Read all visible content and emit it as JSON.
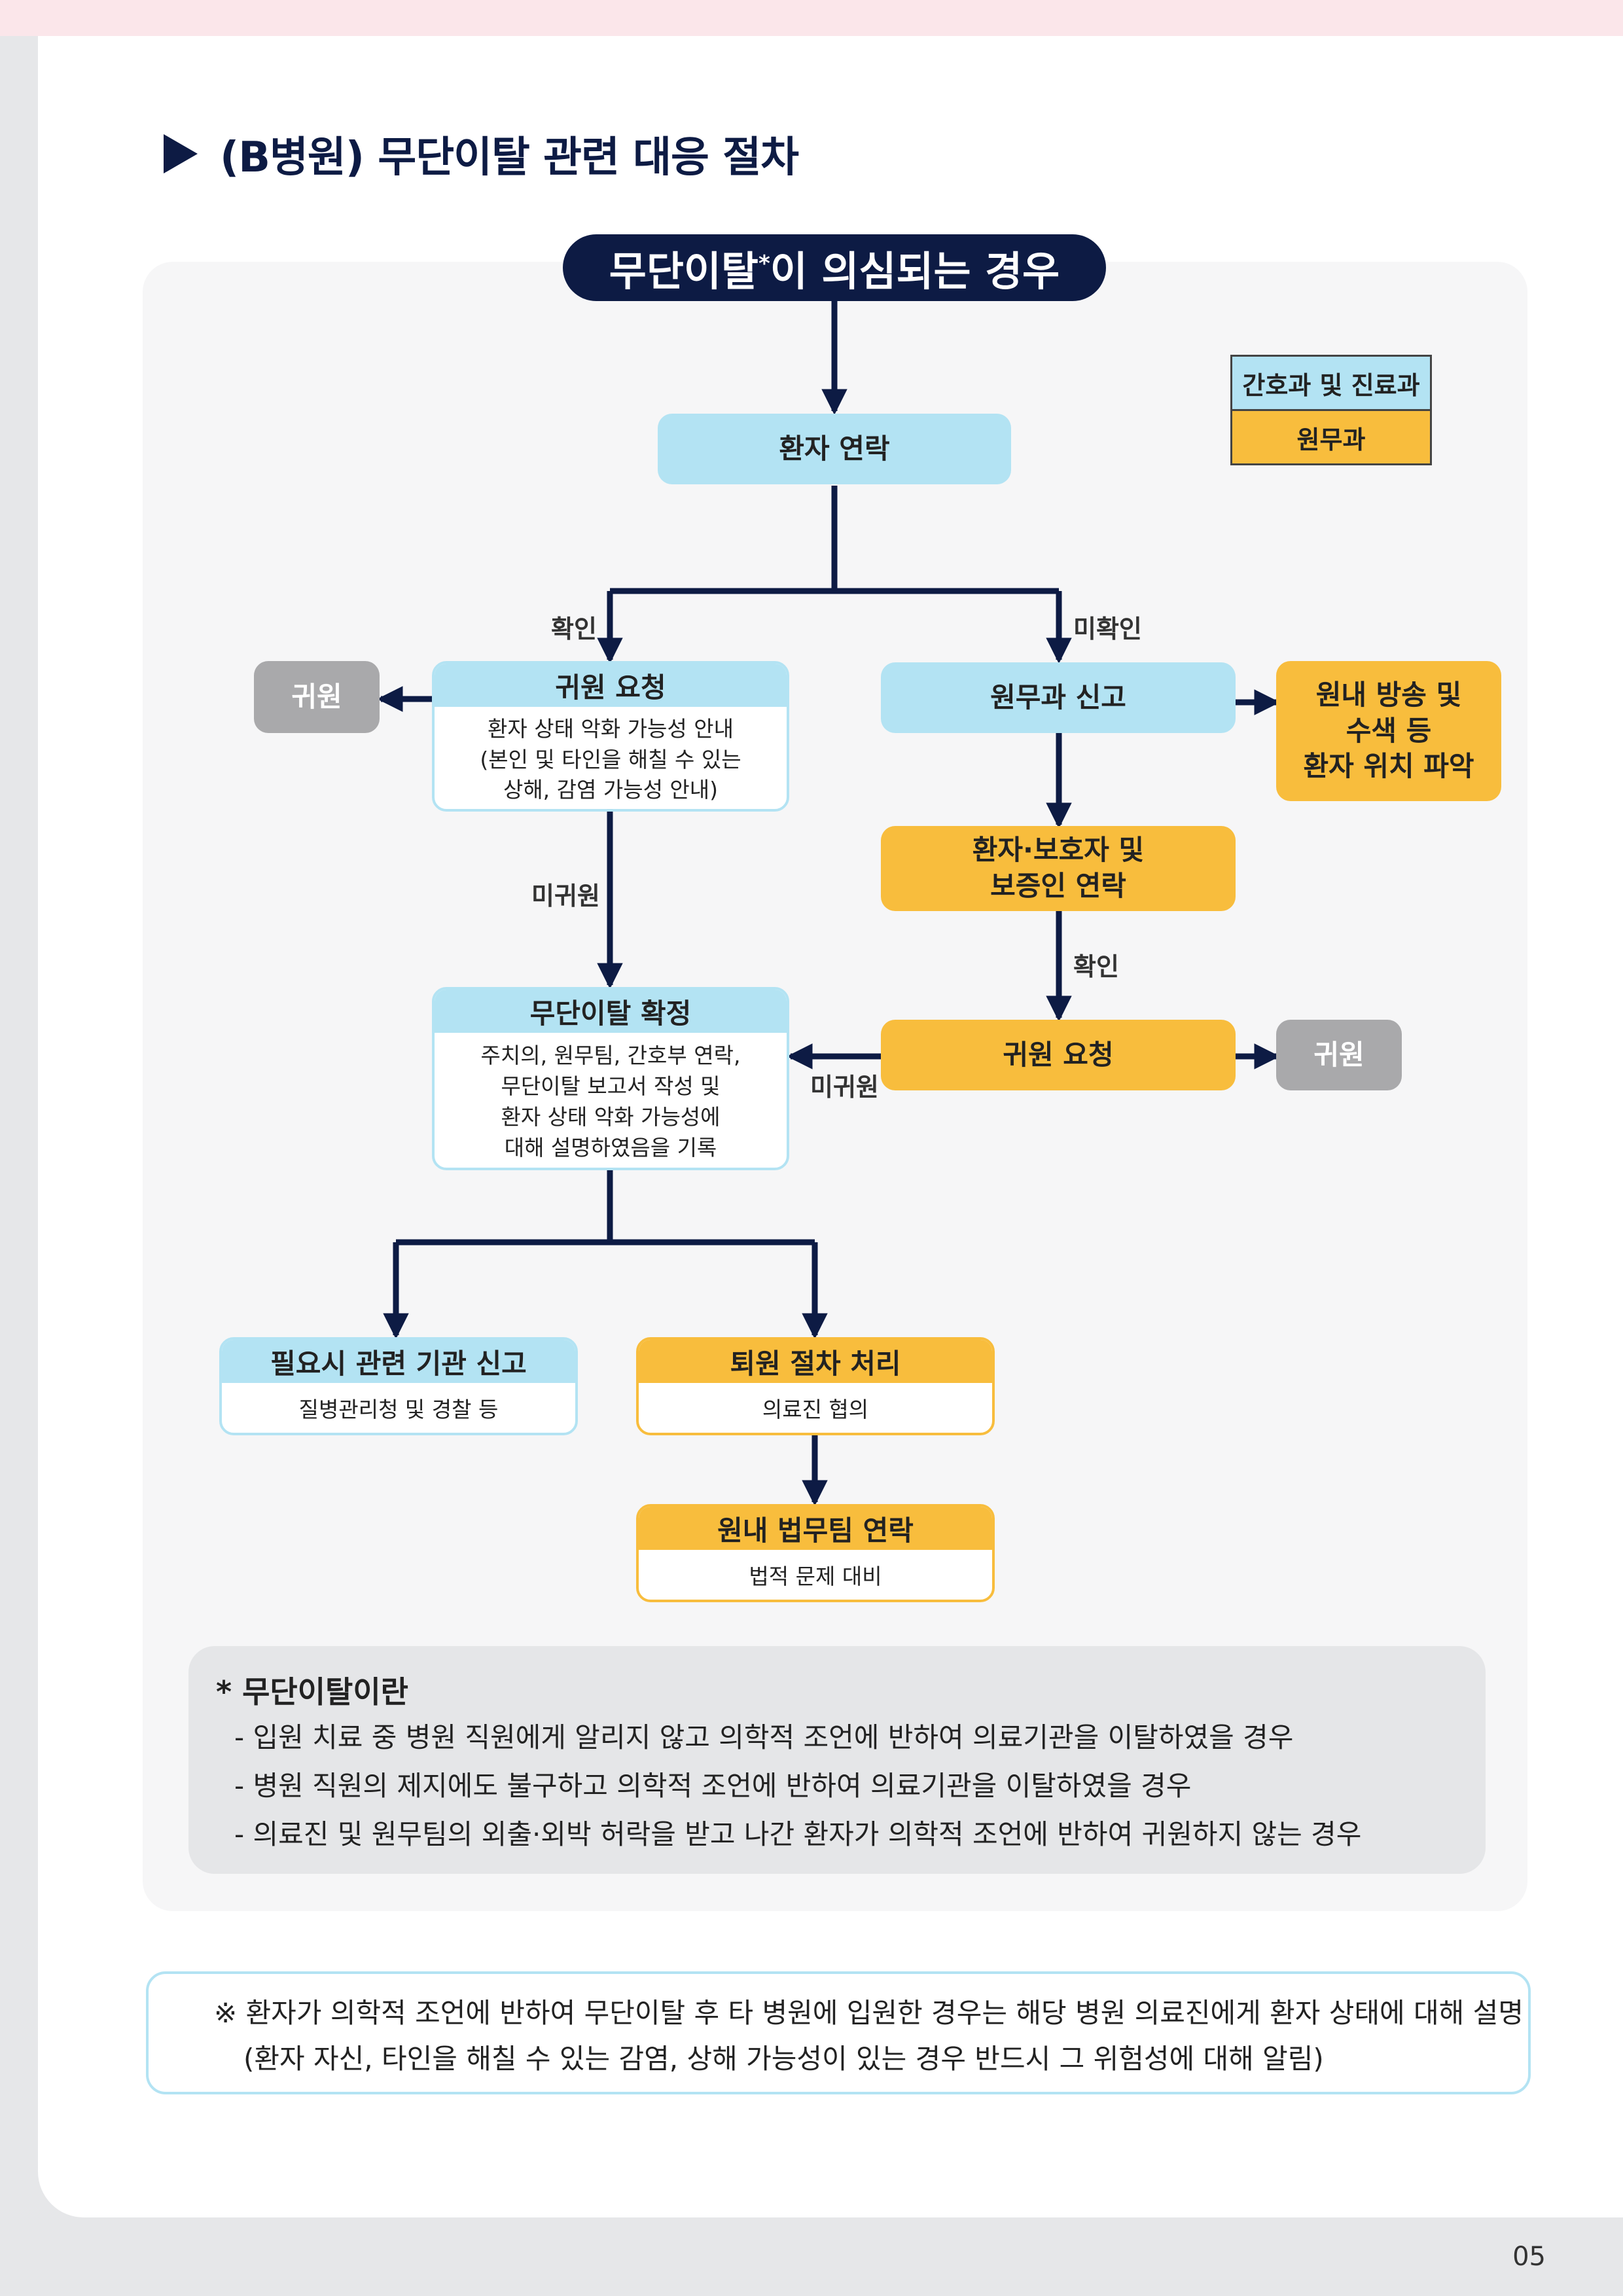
{
  "title": "(B병원) 무단이탈 관련 대응 절차",
  "start": {
    "main": "무단이탈",
    "sup": "*",
    "rest": "이 의심되는 경우"
  },
  "legend": {
    "blue_label": "간호과 및 진료과",
    "orange_label": "원무과",
    "blue_color": "#b3e3f3",
    "orange_color": "#f8bd3d"
  },
  "nodes": {
    "contact": "환자 연락",
    "return_left": "귀원",
    "request_return": {
      "title": "귀원 요청",
      "lines": [
        "환자 상태 악화 가능성 안내",
        "(본인 및 타인을 해칠 수 있는",
        "상해, 감염 가능성 안내)"
      ]
    },
    "report_admin": "원무과 신고",
    "broadcast": [
      "원내 방송 및",
      "수색 등",
      "환자 위치 파악"
    ],
    "guardian_contact": [
      "환자·보호자 및",
      "보증인 연락"
    ],
    "request_return2": "귀원 요청",
    "return_right": "귀원",
    "confirm": {
      "title": "무단이탈 확정",
      "lines": [
        "주치의, 원무팀, 간호부 연락,",
        "무단이탈 보고서 작성 및",
        "환자 상태 악화 가능성에",
        "대해 설명하였음을 기록"
      ]
    },
    "report_agency": {
      "title": "필요시 관련 기관 신고",
      "body": "질병관리청 및 경찰 등"
    },
    "discharge": {
      "title": "퇴원 절차 처리",
      "body": "의료진 협의"
    },
    "legal": {
      "title": "원내 법무팀 연락",
      "body": "법적 문제 대비"
    }
  },
  "labels": {
    "confirmed": "확인",
    "unconfirmed": "미확인",
    "not_returned_1": "미귀원",
    "confirmed_2": "확인",
    "not_returned_2": "미귀원"
  },
  "definition": {
    "title": "* 무단이탈이란",
    "items": [
      "- 입원 치료 중 병원 직원에게 알리지 않고 의학적 조언에 반하여 의료기관을 이탈하였을 경우",
      "- 병원 직원의 제지에도 불구하고 의학적 조언에 반하여 의료기관을 이탈하였을 경우",
      "- 의료진 및 원무팀의 외출·외박 허락을 받고 나간 환자가 의학적 조언에 반하여 귀원하지 않는 경우"
    ]
  },
  "note": {
    "line1": "※ 환자가 의학적 조언에 반하여 무단이탈 후 타 병원에 입원한 경우는 해당 병원 의료진에게 환자 상태에 대해 설명",
    "line2": "(환자 자신, 타인을 해칠 수 있는 감염, 상해 가능성이 있는 경우 반드시 그 위험성에 대해 알림)"
  },
  "page_number": "05"
}
